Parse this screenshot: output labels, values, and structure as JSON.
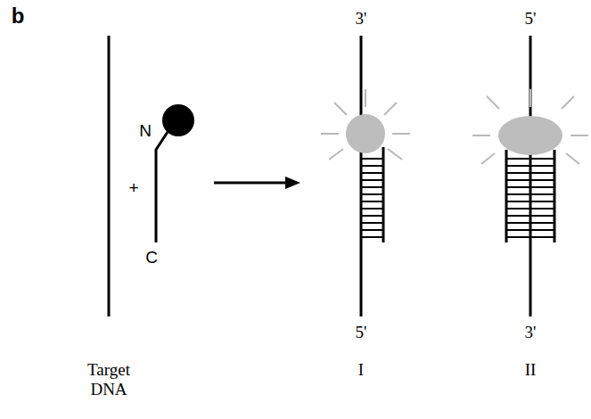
{
  "diagram": {
    "labels": [
      "b",
      "3'",
      "5'",
      "N",
      "+",
      "C",
      "5'",
      "3'",
      "Target DNA",
      "I",
      "II"
    ]
  }
}
